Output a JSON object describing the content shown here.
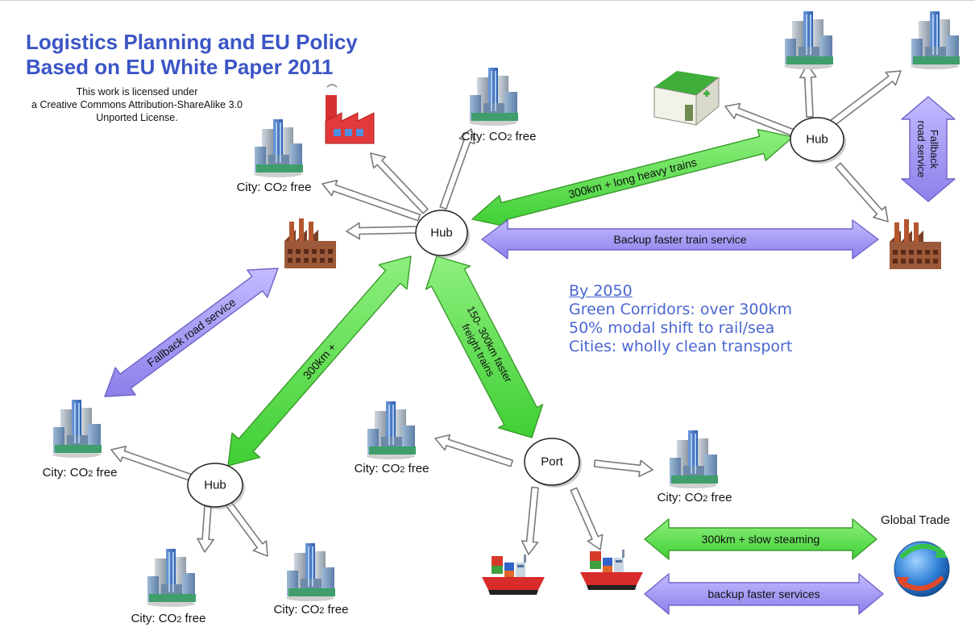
{
  "title": {
    "line1": "Logistics Planning and EU Policy",
    "line2": "Based on EU White Paper 2011"
  },
  "license": {
    "line1": "This work is licensed under",
    "line2": "a Creative Commons Attribution-ShareAlike 3.0",
    "line3": "Unported License."
  },
  "policy": {
    "heading": "By 2050",
    "lines": [
      "Green Corridors: over 300km",
      "50% modal shift to rail/sea",
      "Cities: wholly clean transport"
    ]
  },
  "nodes": {
    "hub_center": "Hub",
    "hub_right": "Hub",
    "hub_left": "Hub",
    "port": "Port"
  },
  "city_label": {
    "prefix": "City: CO",
    "sub": "2",
    "suffix": " free"
  },
  "corridors": {
    "long_heavy_trains": "300km + long heavy trains",
    "backup_train": "Backup faster train service",
    "fallback_road_left": "Fallback road service",
    "fallback_road_right_1": "Fallback",
    "fallback_road_right_2": "road service",
    "corridor_300": "300km +",
    "freight_1": "150- 300km faster",
    "freight_2": "freight trains",
    "slow_steaming": "300km + slow steaming",
    "backup_services": "backup faster services"
  },
  "global_trade": "Global Trade",
  "colors": {
    "title": "#3b55c5",
    "green_arrow": "#5ae04a",
    "purple_arrow": "#a49af0",
    "policy_text": "#4a66d0"
  },
  "icons": [
    "city-buildings-icon",
    "factory-icon",
    "industrial-factory-icon",
    "hospital-icon",
    "cargo-ship-icon",
    "globe-icon"
  ]
}
